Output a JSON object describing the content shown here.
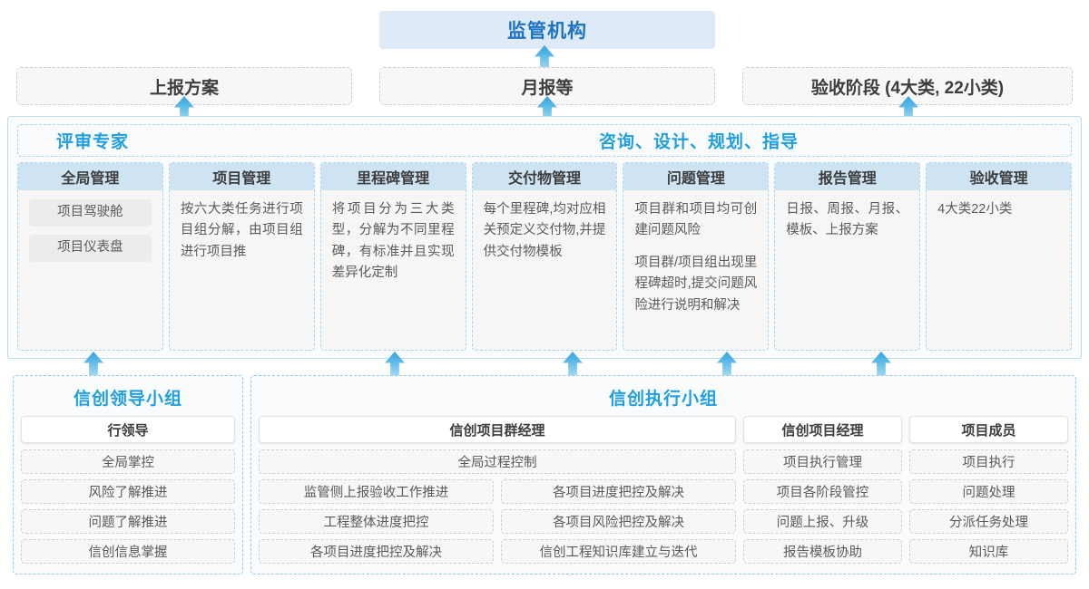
{
  "top": {
    "regulator": "监管机构",
    "reports": [
      "上报方案",
      "月报等",
      "验收阶段 (4大类, 22小类)"
    ]
  },
  "middle": {
    "roles": [
      "评审专家",
      "咨询、设计、规划、指导"
    ],
    "columns": [
      {
        "title": "全局管理",
        "pills": [
          "项目驾驶舱",
          "项目仪表盘"
        ],
        "paragraphs": []
      },
      {
        "title": "项目管理",
        "pills": [],
        "paragraphs": [
          "按六大类任务进行项目组分解，由项目组进行项目推"
        ]
      },
      {
        "title": "里程碑管理",
        "pills": [],
        "paragraphs": [
          "将项目分为三大类型，分解为不同里程碑，有标准并且实现差异化定制"
        ]
      },
      {
        "title": "交付物管理",
        "pills": [],
        "paragraphs": [
          "每个里程碑,均对应相关预定义交付物,并提供交付物模板"
        ]
      },
      {
        "title": "问题管理",
        "pills": [],
        "paragraphs": [
          "项目群和项目均可创建问题风险",
          "项目群/项目组出现里程碑超时,提交问题风险进行说明和解决"
        ]
      },
      {
        "title": "报告管理",
        "pills": [],
        "paragraphs": [
          "日报、周报、月报、模板、上报方案"
        ]
      },
      {
        "title": "验收管理",
        "pills": [],
        "paragraphs": [
          "4大类22小类"
        ]
      }
    ]
  },
  "bottom": {
    "groups": [
      {
        "title": "信创领导小组",
        "columns": [
          {
            "head": "行领导",
            "items": [
              "全局掌控",
              "风险了解推进",
              "问题了解推进",
              "信创信息掌握"
            ]
          }
        ]
      },
      {
        "title": "信创执行小组",
        "columns": [
          {
            "head": "信创项目群经理",
            "full_item": "全局过程控制",
            "pairs": [
              [
                "监管侧上报验收工作推进",
                "各项目进度把控及解决"
              ],
              [
                "工程整体进度把控",
                "各项目风险把控及解决"
              ],
              [
                "各项目进度把控及解决",
                "信创工程知识库建立与迭代"
              ]
            ]
          },
          {
            "head": "信创项目经理",
            "items": [
              "项目执行管理",
              "项目各阶段管控",
              "问题上报、升级",
              "报告模板协助"
            ]
          },
          {
            "head": "项目成员",
            "items": [
              "项目执行",
              "问题处理",
              "分派任务处理",
              "知识库"
            ]
          }
        ]
      }
    ]
  },
  "colors": {
    "accent": "#1f9fe0",
    "regulator_bg": "#dfeaf7",
    "regulator_text": "#1a73c4",
    "col_head_bg": "#cfe4f3",
    "arrow": "#3aa3dd"
  }
}
